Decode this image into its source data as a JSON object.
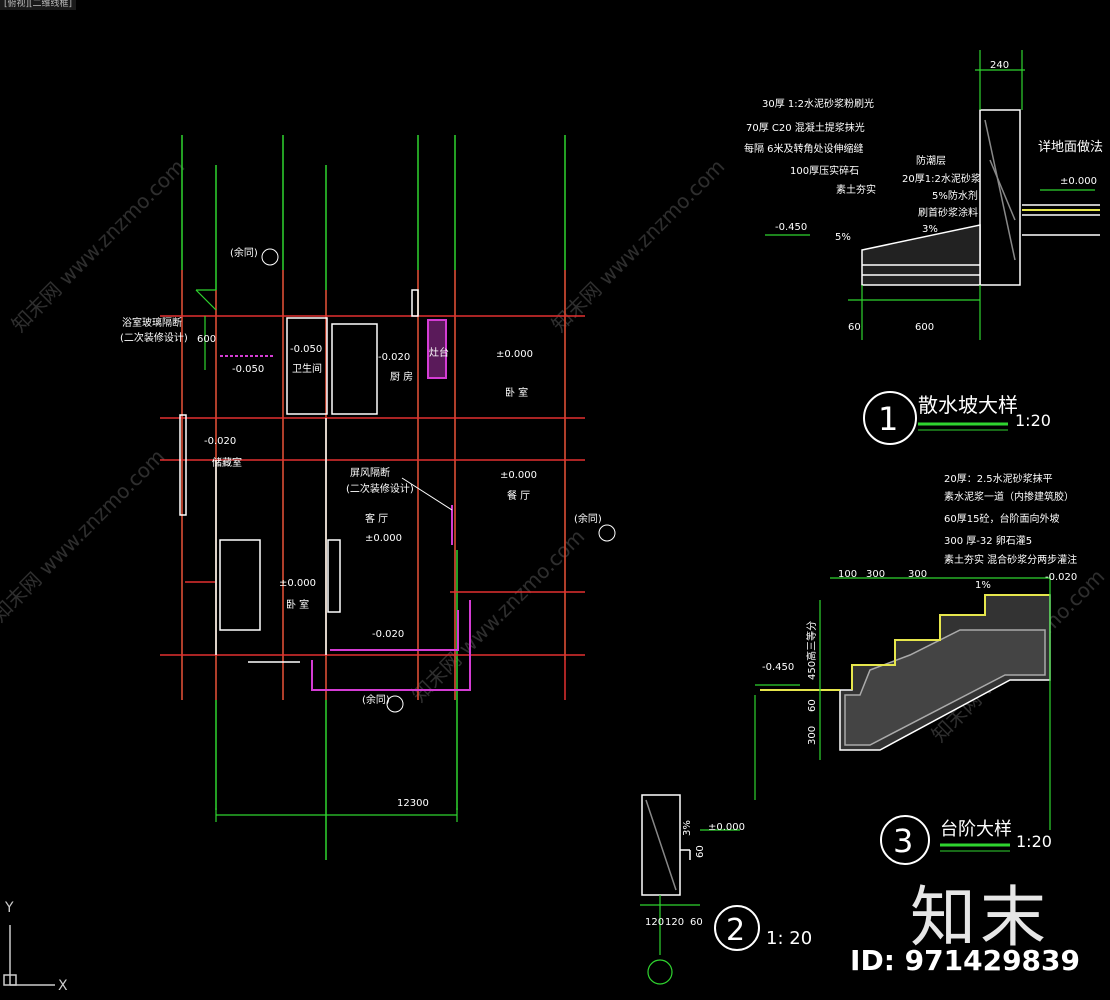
{
  "window": {
    "tab_label": "[俯视][二维线框]"
  },
  "watermark": {
    "text": "知末网 www.znzmo.com",
    "brand": "知末",
    "id_label": "ID: 971429839"
  },
  "plan": {
    "labels": {
      "bath_partition": "浴室玻璃隔断",
      "bath_partition_note": "(二次装修设计)",
      "screen": "屏风隔断",
      "screen_note": "(二次装修设计)",
      "toilet": "卫生间",
      "kitchen": "厨 房",
      "stove": "灶台",
      "bedroom1": "卧 室",
      "storage": "储藏室",
      "dining": "餐 厅",
      "living": "客 厅",
      "bedroom2": "卧 室",
      "ref1": "(余同)",
      "ref2": "(余同)",
      "ref3": "(余同)",
      "dim_600": "600",
      "dim_total": "12300"
    },
    "levels": {
      "toilet_a": "-0.050",
      "toilet_b": "-0.050",
      "kitchen": "-0.020",
      "bedroom1": "±0.000",
      "storage": "-0.020",
      "dining": "±0.000",
      "living": "±0.000",
      "bedroom2": "±0.000",
      "corridor": "-0.020"
    }
  },
  "detail1": {
    "number": "1",
    "title": "散水坡大样",
    "scale": "1:20",
    "notes": [
      "30厚 1:2水泥砂浆粉刷光",
      "70厚 C20  混凝土提浆抹光",
      "每隔 6米及转角处设伸缩缝",
      "100厚压实碎石",
      "素土夯实"
    ],
    "notes_right": [
      "防潮层",
      "20厚1:2水泥砂浆",
      "5%防水剂"
    ],
    "notes_right_extra": "刷首砂浆涂料",
    "ground_note": "详地面做法",
    "dims": {
      "wall": "240",
      "slope": "600",
      "edge": "60",
      "level_out": "-0.450",
      "level_in": "±0.000",
      "slope_pct": "5%",
      "gap": "3%"
    }
  },
  "detail2": {
    "number": "2",
    "scale": "1: 20",
    "dims": {
      "a": "120",
      "b": "120",
      "c": "60",
      "level": "±0.000",
      "h1": "3%",
      "h2": "60"
    }
  },
  "detail3": {
    "number": "3",
    "title": "台阶大样",
    "scale": "1:20",
    "notes": [
      "20厚：2.5水泥砂浆抹平",
      "素水泥浆一道（内掺建筑胶）",
      "60厚15砼，台阶面向外坡",
      "300 厚-32 卵石灌5",
      "素土夯实  混合砂浆分两步灌注"
    ],
    "dims": {
      "d1": "100",
      "d2": "300",
      "d3": "300",
      "slope": "1%",
      "level_top": "-0.020",
      "level_bottom": "-0.450",
      "rise": "450高三等分",
      "v1": "60",
      "v2": "300"
    }
  },
  "ucs": {
    "y": "Y",
    "x": "X"
  }
}
